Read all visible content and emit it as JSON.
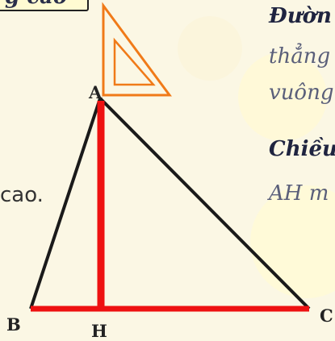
{
  "banner": {
    "text": "g cao"
  },
  "right_text": {
    "line1": "Đườn",
    "line2": "thẳng",
    "line3": "vuông",
    "line4": "Chiều",
    "line5": "AH m"
  },
  "left_text": "cao.",
  "labels": {
    "A": "A",
    "B": "B",
    "C": "C",
    "H": "H"
  },
  "colors": {
    "triangle": "#1a1a1a",
    "altitude": "#ee1111",
    "set_square": "#f07a18",
    "background": "#fbf7e4"
  },
  "icons": [
    "set-square-icon"
  ]
}
